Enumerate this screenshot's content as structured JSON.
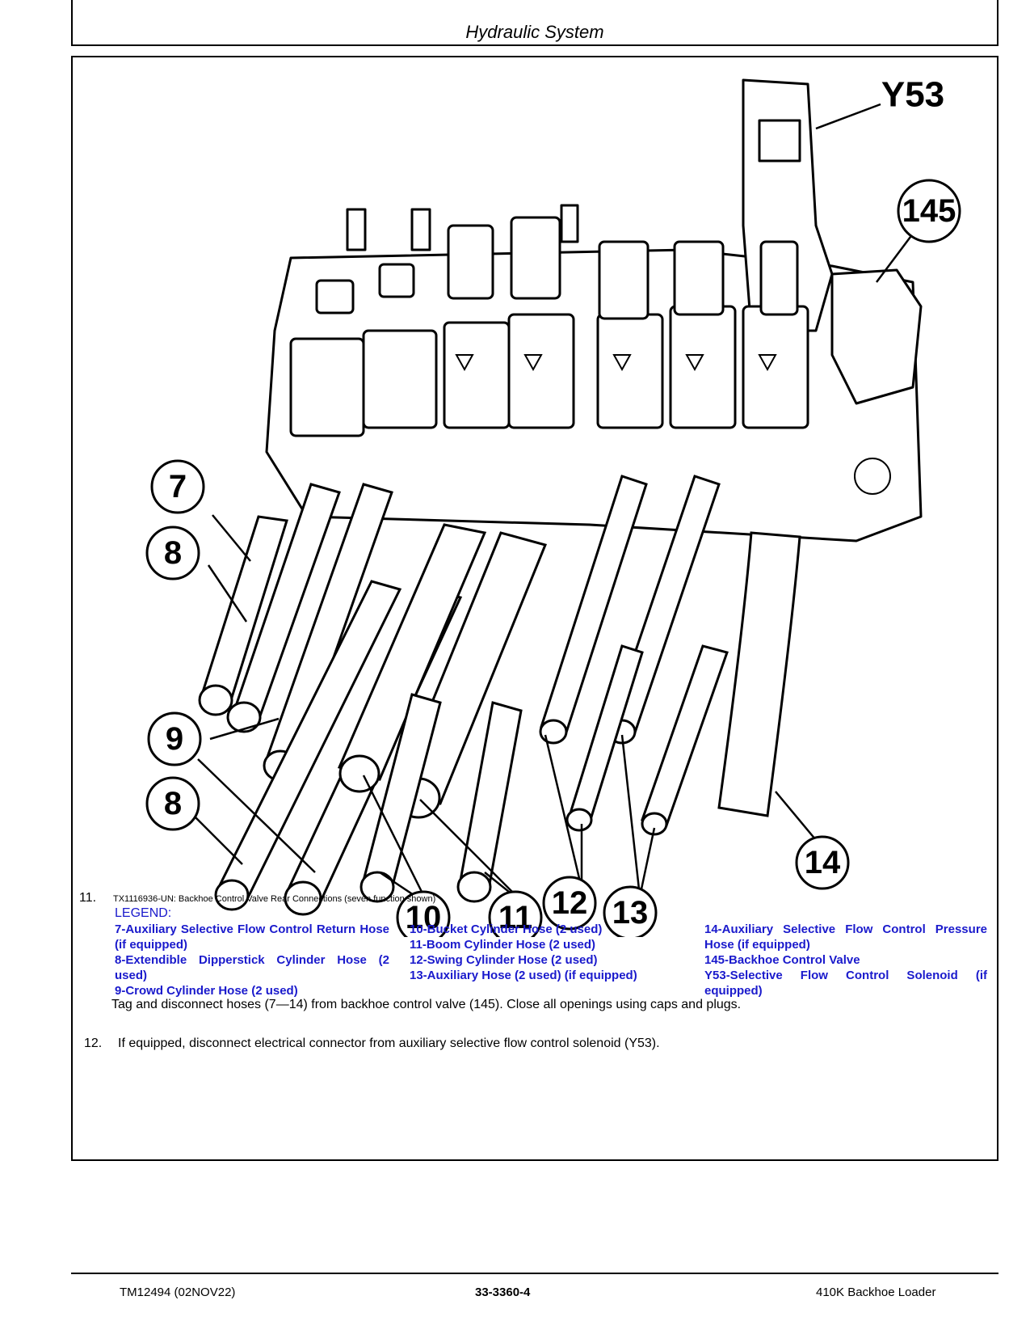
{
  "header": {
    "section_title": "Hydraulic System"
  },
  "figure": {
    "callouts": [
      "7",
      "8",
      "9",
      "8",
      "10",
      "11",
      "12",
      "13",
      "14",
      "145",
      "Y53"
    ]
  },
  "step11": {
    "number": "11.",
    "caption": "TX1116936-UN: Backhoe Control Valve Rear Connections (seven function shown)",
    "legend_title": "LEGEND:",
    "legend": [
      "7-Auxiliary Selective Flow Control Return Hose (if equipped)",
      "8-Extendible Dipperstick Cylinder Hose (2 used)",
      "9-Crowd Cylinder Hose (2 used)",
      "10-Bucket Cylinder Hose (2 used)",
      "11-Boom Cylinder Hose (2 used)",
      "12-Swing Cylinder Hose (2 used)",
      "13-Auxiliary Hose (2 used) (if equipped)",
      "14-Auxiliary Selective Flow Control Pressure Hose (if equipped)",
      "145-Backhoe Control Valve",
      "Y53-Selective Flow Control Solenoid (if equipped)"
    ],
    "instruction": "Tag and disconnect hoses (7—14) from backhoe control valve (145). Close all openings using caps and plugs."
  },
  "step12": {
    "number": "12.",
    "instruction": "If equipped, disconnect electrical connector from auxiliary selective flow control solenoid (Y53)."
  },
  "footer": {
    "doc_id": "TM12494 (02NOV22)",
    "page_number": "33-3360-4",
    "model": "410K Backhoe Loader"
  }
}
